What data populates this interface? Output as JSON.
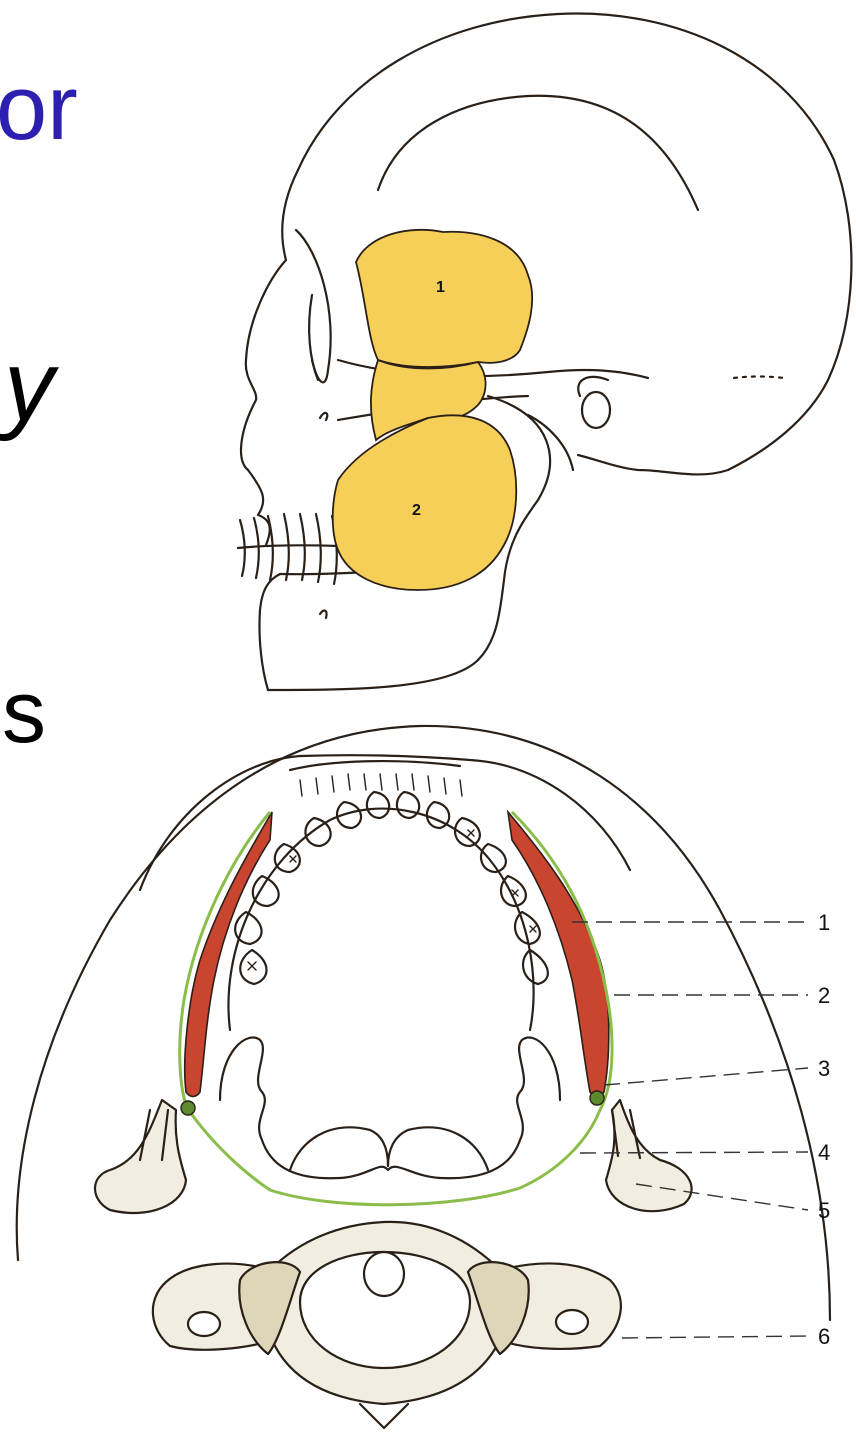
{
  "slide": {
    "title_fragment": "or",
    "text_fragment_1": "у",
    "text_fragment_2": "s"
  },
  "figure_top": {
    "labels": [
      "1",
      "2"
    ],
    "colors": {
      "highlight": "#f6cf58",
      "outline": "#2a2018"
    }
  },
  "figure_bottom": {
    "labels": [
      "1",
      "2",
      "3",
      "4",
      "5",
      "6"
    ],
    "colors": {
      "muscle": "#c9452f",
      "fascia": "#8bbd4a",
      "bone": "#f1ede0",
      "outline": "#2a2018"
    }
  }
}
